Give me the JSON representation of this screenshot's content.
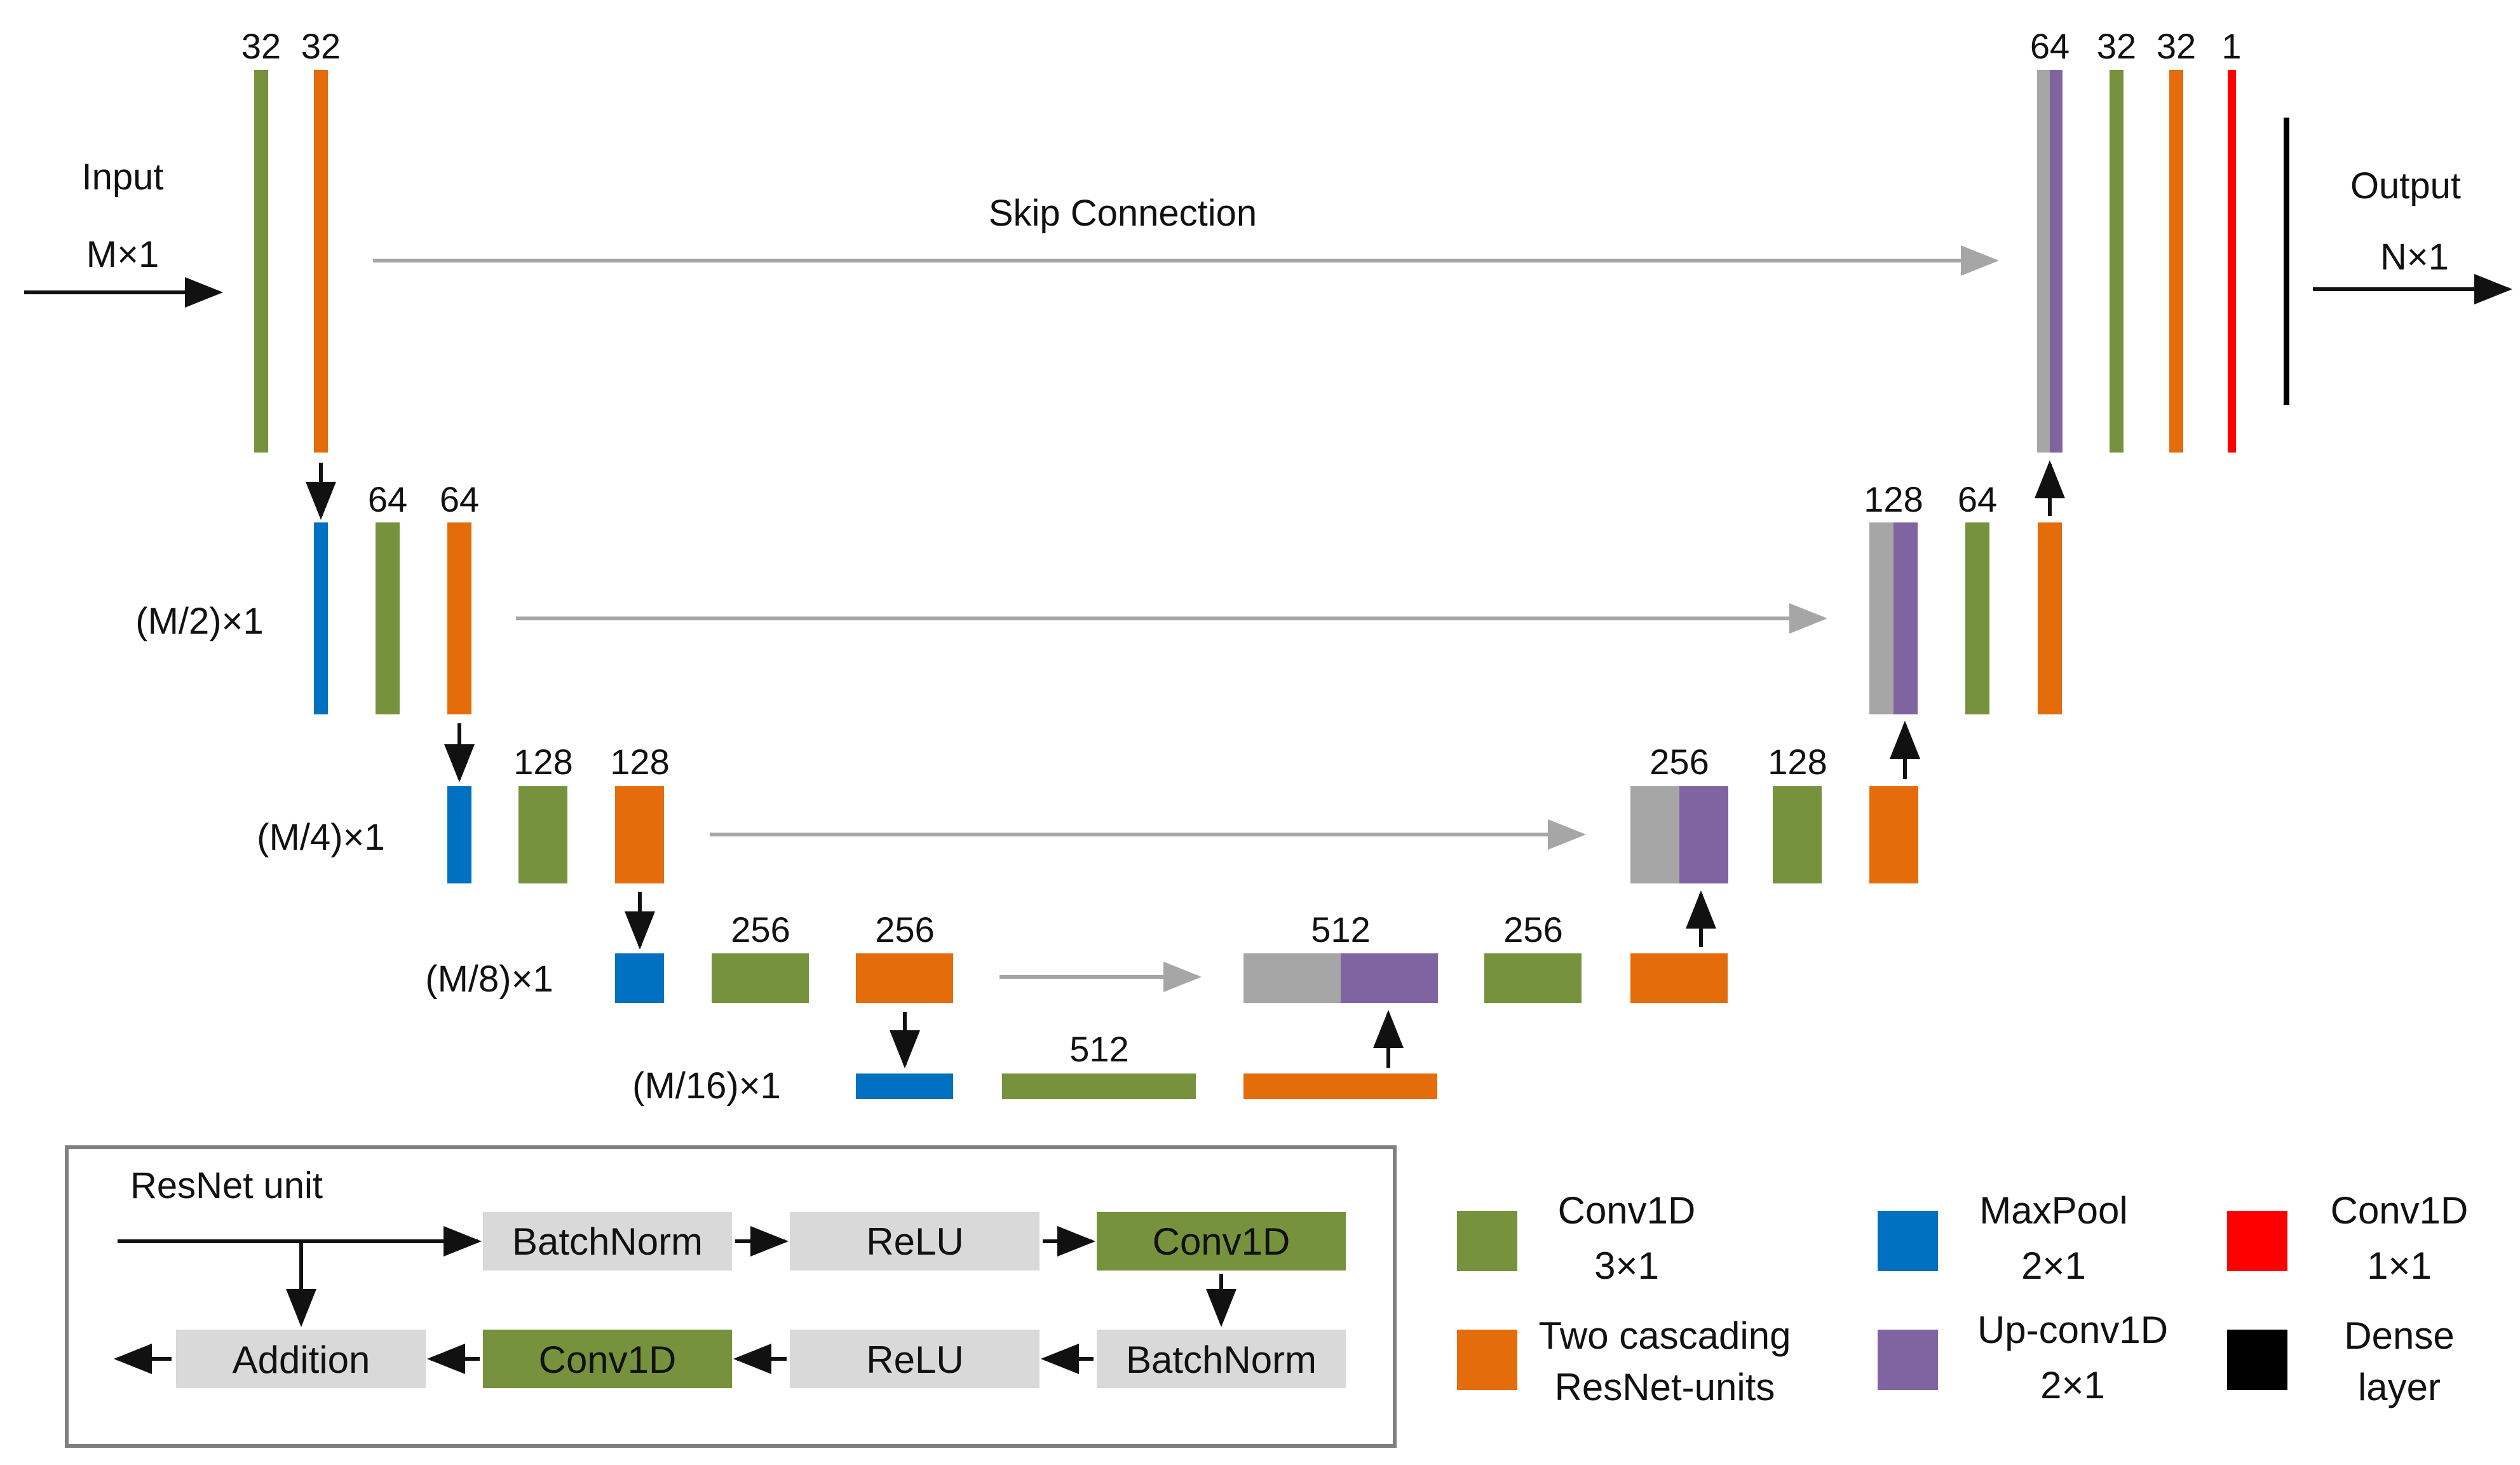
{
  "colors": {
    "conv3": "#76923c",
    "resnet": "#e46c0a",
    "maxpool": "#0070c0",
    "upconv": "#8064a2",
    "conv1": "#ff0000",
    "dense": "#000000",
    "skip_copy": "#a6a6a6",
    "unit_box": "#d9d9d9",
    "skip_arrow": "#a6a6a6"
  },
  "labels": {
    "input": "Input",
    "input_size": "M×1",
    "output": "Output",
    "output_size": "N×1",
    "skip_connection": "Skip Connection",
    "level2_size": "(M/2)×1",
    "level3_size": "(M/4)×1",
    "level4_size": "(M/8)×1",
    "level5_size": "(M/16)×1"
  },
  "channel_labels": {
    "enc1_conv": "32",
    "enc1_res": "32",
    "enc2_conv": "64",
    "enc2_res": "64",
    "enc3_conv": "128",
    "enc3_res": "128",
    "enc4_conv": "256",
    "enc4_res": "256",
    "bottleneck": "512",
    "dec4_concat": "512",
    "dec4_conv": "256",
    "dec3_concat": "256",
    "dec3_conv": "128",
    "dec2_concat": "128",
    "dec2_conv": "64",
    "dec1_concat": "64",
    "dec1_conv": "32",
    "dec1_res": "32",
    "final_conv": "1"
  },
  "resnet_unit": {
    "title": "ResNet unit",
    "batchnorm_1": "BatchNorm",
    "relu_1": "ReLU",
    "conv_1": "Conv1D",
    "batchnorm_2": "BatchNorm",
    "relu_2": "ReLU",
    "conv_2": "Conv1D",
    "addition": "Addition"
  },
  "legend": {
    "conv3_line1": "Conv1D",
    "conv3_line2": "3×1",
    "resnet_line1": "Two cascading",
    "resnet_line2": "ResNet-units",
    "maxpool_line1": "MaxPool",
    "maxpool_line2": "2×1",
    "upconv_line1": "Up-conv1D",
    "upconv_line2": "2×1",
    "conv1_line1": "Conv1D",
    "conv1_line2": "1×1",
    "dense_line1": "Dense",
    "dense_line2": "layer"
  }
}
